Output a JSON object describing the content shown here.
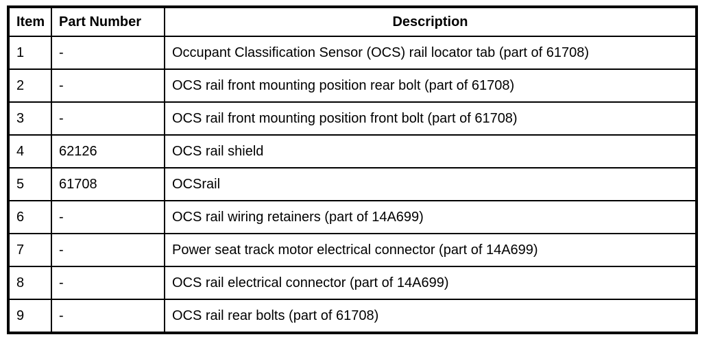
{
  "table": {
    "columns": [
      "Item",
      "Part Number",
      "Description"
    ],
    "rows": [
      [
        "1",
        "-",
        "Occupant Classification Sensor (OCS) rail locator tab (part of 61708)"
      ],
      [
        "2",
        "-",
        "OCS rail front mounting position rear bolt (part of 61708)"
      ],
      [
        "3",
        "-",
        "OCS rail front mounting position front bolt (part of 61708)"
      ],
      [
        "4",
        "62126",
        "OCS rail shield"
      ],
      [
        "5",
        "61708",
        "OCSrail"
      ],
      [
        "6",
        "-",
        "OCS rail wiring retainers (part of 14A699)"
      ],
      [
        "7",
        "-",
        "Power seat track motor electrical connector (part of 14A699)"
      ],
      [
        "8",
        "-",
        "OCS rail electrical connector (part of 14A699)"
      ],
      [
        "9",
        "-",
        "OCS rail rear bolts (part of 61708)"
      ]
    ]
  }
}
